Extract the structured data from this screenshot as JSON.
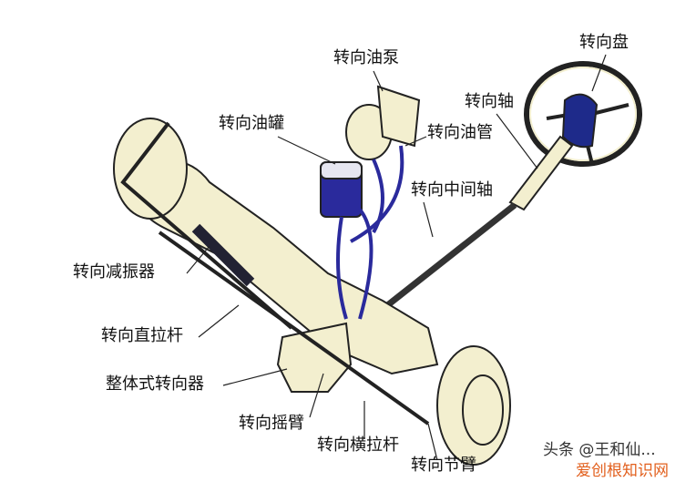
{
  "labels": {
    "pump": "转向油泵",
    "wheel": "转向盘",
    "shaft": "转向轴",
    "reservoir": "转向油罐",
    "hose": "转向油管",
    "intermediate_shaft": "转向中间轴",
    "damper": "转向减振器",
    "drag_link": "转向直拉杆",
    "gear": "整体式转向器",
    "pitman_arm": "转向摇臂",
    "tie_rod": "转向横拉杆",
    "knuckle_arm": "转向节臂"
  },
  "watermark": {
    "source": "头条 @王和仙...",
    "site": "爱创根知识网"
  },
  "colors": {
    "body": "#f3efcf",
    "fluid": "#2a2a9c",
    "outline": "#222222",
    "column": "#1e2a8a",
    "watermark_orange": "#e2601e"
  }
}
